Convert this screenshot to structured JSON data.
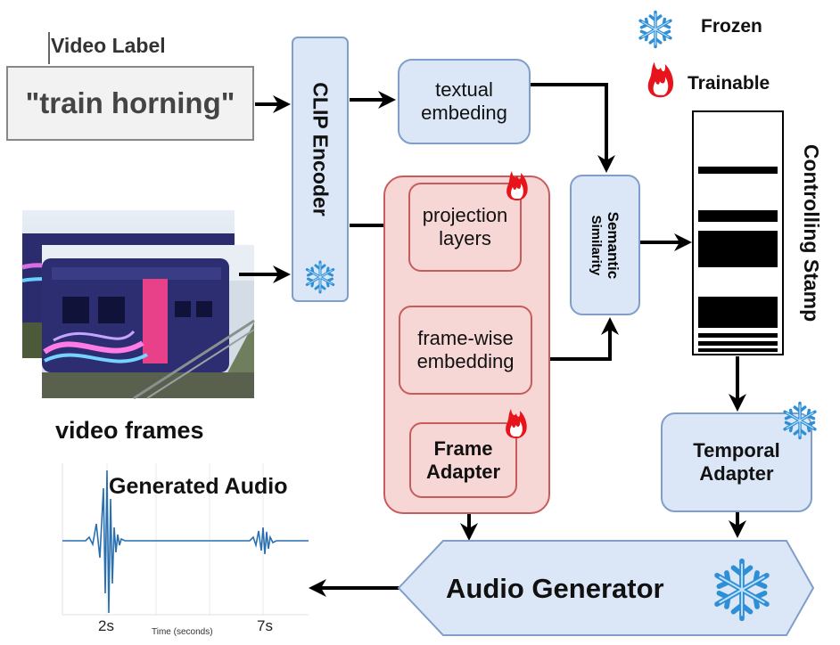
{
  "video_label": {
    "title": "Video Label",
    "text": "\"train horning\""
  },
  "clip_encoder": {
    "label": "CLIP Encoder"
  },
  "textual_embedding": {
    "line1": "textual",
    "line2": "embeding"
  },
  "projection": {
    "line1": "projection",
    "line2": "layers"
  },
  "frame_wise": {
    "line1": "frame-wise",
    "line2": "embedding"
  },
  "frame_adapter": {
    "line1": "Frame",
    "line2": "Adapter"
  },
  "semantic": {
    "line1": "Semantic",
    "line2": "Similarity"
  },
  "stamp": {
    "label": "Controlling Stamp"
  },
  "temporal": {
    "line1": "Temporal",
    "line2": "Adapter"
  },
  "audio_generator": {
    "label": "Audio Generator"
  },
  "legend": {
    "frozen": "Frozen",
    "trainable": "Trainable"
  },
  "video_frames": {
    "label": "video frames"
  },
  "generated_audio": {
    "label": "Generated Audio",
    "tick1": "2s",
    "tick2": "7s",
    "xaxis": "Time (seconds)"
  },
  "colors": {
    "blue_fill": "#dbe7f7",
    "blue_border": "#7f9ec9",
    "red_fill": "#f7d6d6",
    "red_border": "#c85c5c",
    "flame": "#e8141b",
    "snow": "#4aa3df"
  }
}
